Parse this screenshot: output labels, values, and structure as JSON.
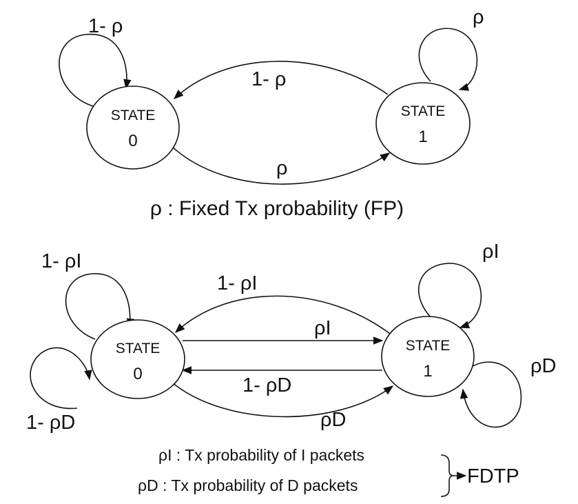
{
  "fp": {
    "state0": {
      "title": "STATE",
      "num": "0"
    },
    "state1": {
      "title": "STATE",
      "num": "1"
    },
    "self_loop_0": "1- ρ",
    "self_loop_1": "ρ",
    "edge_1_to_0": "1- ρ",
    "edge_0_to_1": "ρ",
    "caption": "ρ : Fixed Tx probability (FP)"
  },
  "fdtp": {
    "state0": {
      "title": "STATE",
      "num": "0"
    },
    "state1": {
      "title": "STATE",
      "num": "1"
    },
    "self_loop_0_top": "1- ρI",
    "self_loop_0_bottom": "1- ρD",
    "self_loop_1_top": "ρI",
    "self_loop_1_bottom": "ρD",
    "edge_1_to_0_top": "1- ρI",
    "edge_0_to_1_mid": "ρI",
    "edge_1_to_0_mid": "1- ρD",
    "edge_0_to_1_bottom": "ρD",
    "legend_line_1": "ρI : Tx probability of I packets",
    "legend_line_2": "ρD : Tx probability of D packets",
    "legend_group": "FDTP"
  }
}
